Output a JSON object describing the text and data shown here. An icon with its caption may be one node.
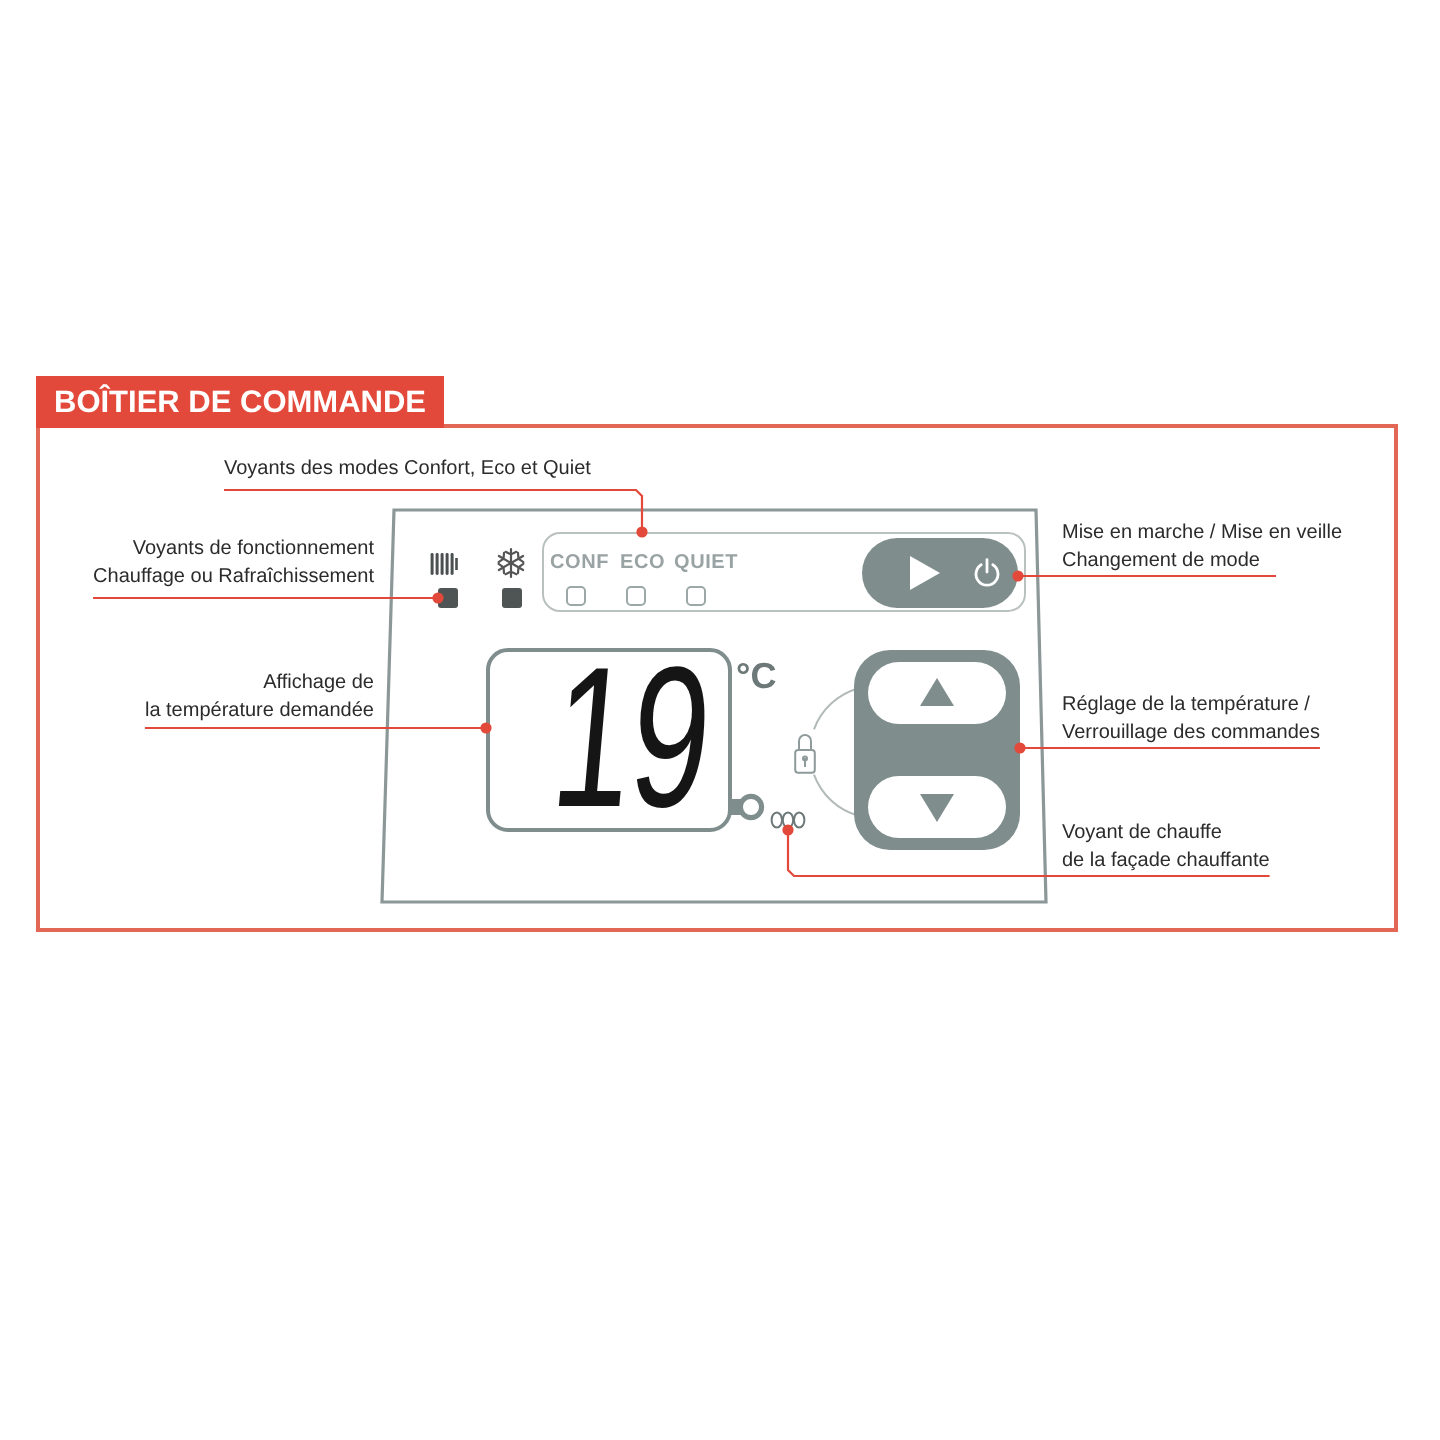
{
  "diagram": {
    "title": "BOÎTIER DE COMMANDE",
    "nodes": [
      {
        "text": [
          "Voyants des modes Confort, Eco et Quiet"
        ]
      },
      {
        "text": [
          "Voyants de fonctionnement Chauffage ou Rafraîchissement"
        ]
      },
      {
        "text": [],
        "shape": "box"
      },
      {
        "text": [],
        "shape": "box",
        "in": 2
      },
      {
        "text": [
          "CONF",
          "ECO",
          "QUIET"
        ],
        "in": 2
      },
      {
        "text": [],
        "shape": "box",
        "in": 4
      },
      {
        "text": [
          "19"
        ],
        "beside": [
          "°C"
        ],
        "in": 2
      },
      {
        "text": [],
        "shape": "box",
        "in": 2
      },
      {
        "text": [],
        "shape": "picture",
        "in": 2
      },
      {
        "text": [
          "Mise en marche / Mise en veille Changement de mode"
        ]
      },
      {
        "text": [
          "Affichage de la température demandée"
        ]
      },
      {
        "text": [
          "Réglage de la température / Verrouillage des commandes"
        ]
      },
      {
        "text": [
          "Voyant de chauffe de la façade chauffante"
        ]
      }
    ],
    "edges": [
      {
        "from": 0,
        "to": 4,
        "arrow": "other"
      },
      {
        "from": 1,
        "to": 3,
        "arrow": "other"
      },
      {
        "from": 9,
        "to": 5,
        "arrow": "other"
      },
      {
        "from": 10,
        "to": 6,
        "arrow": "other"
      },
      {
        "from": 11,
        "to": 7,
        "arrow": "other"
      },
      {
        "from": 12,
        "to": 8,
        "arrow": "other"
      }
    ]
  }
}
